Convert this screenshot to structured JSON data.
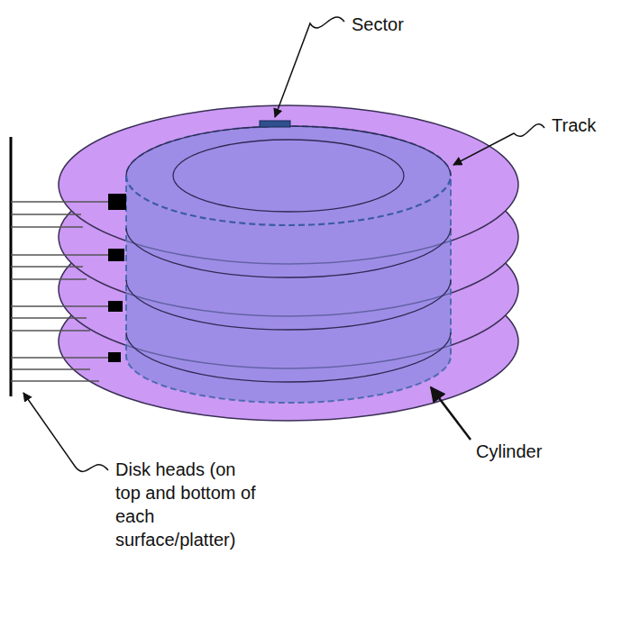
{
  "diagram": {
    "labels": [
      "Sector",
      "Track",
      "Cylinder",
      "Disk heads (on top and bottom of each surface/platter)"
    ]
  }
}
